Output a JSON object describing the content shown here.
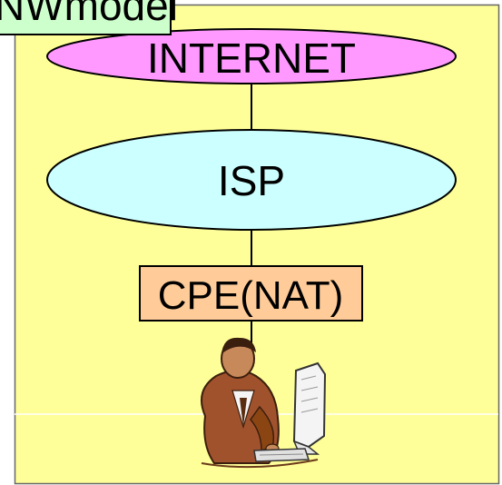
{
  "title_tag": {
    "text": "NWmodel",
    "fill": "#ccffcc"
  },
  "panel": {
    "fill": "#ffff99",
    "stroke": "#555555"
  },
  "nodes": {
    "internet": {
      "label": "INTERNET",
      "fill": "#ff99ff"
    },
    "isp": {
      "label": "ISP",
      "fill": "#ccffff"
    },
    "cpe": {
      "label": "CPE(NAT)",
      "fill": "#ffcc99"
    }
  },
  "user": {
    "icon": "user-at-computer-icon"
  }
}
